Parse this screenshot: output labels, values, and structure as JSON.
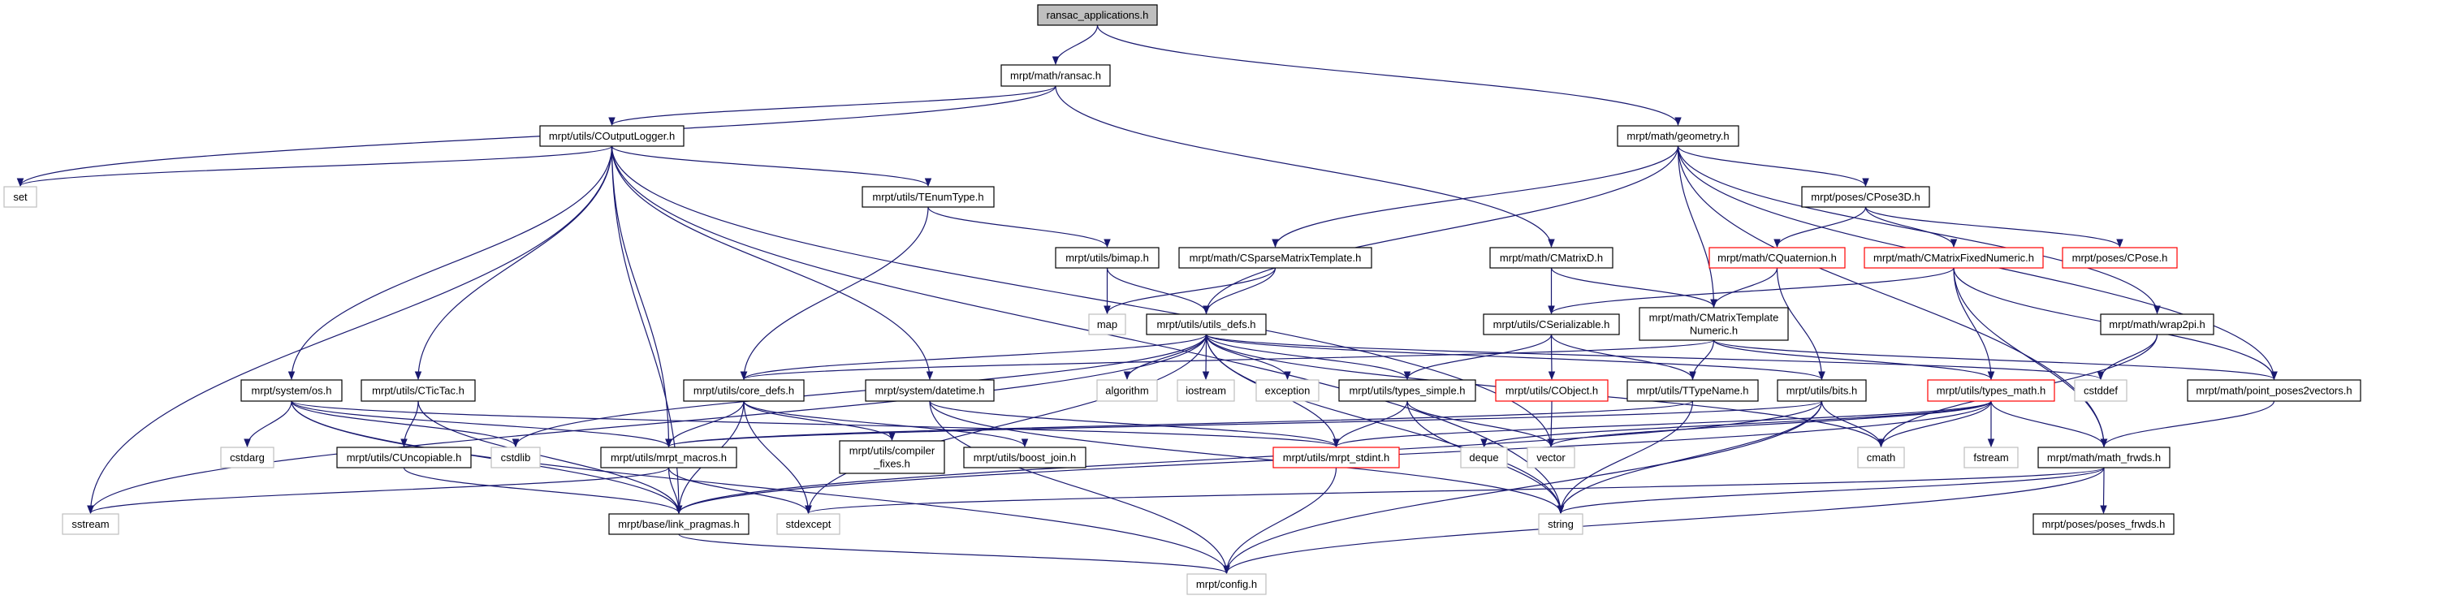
{
  "colors": {
    "edge": "#191970",
    "missing_border": "#ff0000",
    "external_border": "#bfbfbf",
    "root_fill": "#bfbfbf"
  },
  "nodes": [
    {
      "id": "root",
      "lines": [
        "ransac_applications.h"
      ],
      "kind": "root"
    },
    {
      "id": "ransac",
      "lines": [
        "mrpt/math/ransac.h"
      ],
      "kind": "normal"
    },
    {
      "id": "coutputlogger",
      "lines": [
        "mrpt/utils/COutputLogger.h"
      ],
      "kind": "normal"
    },
    {
      "id": "set",
      "lines": [
        "set"
      ],
      "kind": "ext"
    },
    {
      "id": "geometry",
      "lines": [
        "mrpt/math/geometry.h"
      ],
      "kind": "normal"
    },
    {
      "id": "tenumtype",
      "lines": [
        "mrpt/utils/TEnumType.h"
      ],
      "kind": "normal"
    },
    {
      "id": "cpose3d",
      "lines": [
        "mrpt/poses/CPose3D.h"
      ],
      "kind": "normal"
    },
    {
      "id": "bimap",
      "lines": [
        "mrpt/utils/bimap.h"
      ],
      "kind": "normal"
    },
    {
      "id": "csparse",
      "lines": [
        "mrpt/math/CSparseMatrixTemplate.h"
      ],
      "kind": "normal"
    },
    {
      "id": "cmatrixd",
      "lines": [
        "mrpt/math/CMatrixD.h"
      ],
      "kind": "normal"
    },
    {
      "id": "cquaternion",
      "lines": [
        "mrpt/math/CQuaternion.h"
      ],
      "kind": "missing"
    },
    {
      "id": "cmatrixfixed",
      "lines": [
        "mrpt/math/CMatrixFixedNumeric.h"
      ],
      "kind": "missing"
    },
    {
      "id": "cpose",
      "lines": [
        "mrpt/poses/CPose.h"
      ],
      "kind": "missing"
    },
    {
      "id": "map",
      "lines": [
        "map"
      ],
      "kind": "ext"
    },
    {
      "id": "utilsdefs",
      "lines": [
        "mrpt/utils/utils_defs.h"
      ],
      "kind": "normal"
    },
    {
      "id": "cserializable",
      "lines": [
        "mrpt/utils/CSerializable.h"
      ],
      "kind": "normal"
    },
    {
      "id": "cmtn",
      "lines": [
        "mrpt/math/CMatrixTemplate",
        "Numeric.h"
      ],
      "kind": "normal"
    },
    {
      "id": "wrap2pi",
      "lines": [
        "mrpt/math/wrap2pi.h"
      ],
      "kind": "normal"
    },
    {
      "id": "os",
      "lines": [
        "mrpt/system/os.h"
      ],
      "kind": "normal"
    },
    {
      "id": "ctictac",
      "lines": [
        "mrpt/utils/CTicTac.h"
      ],
      "kind": "normal"
    },
    {
      "id": "coredefs",
      "lines": [
        "mrpt/utils/core_defs.h"
      ],
      "kind": "normal"
    },
    {
      "id": "datetime",
      "lines": [
        "mrpt/system/datetime.h"
      ],
      "kind": "normal"
    },
    {
      "id": "algorithm",
      "lines": [
        "algorithm"
      ],
      "kind": "ext"
    },
    {
      "id": "iostream",
      "lines": [
        "iostream"
      ],
      "kind": "ext"
    },
    {
      "id": "exception",
      "lines": [
        "exception"
      ],
      "kind": "ext"
    },
    {
      "id": "typessimple",
      "lines": [
        "mrpt/utils/types_simple.h"
      ],
      "kind": "normal"
    },
    {
      "id": "cobject",
      "lines": [
        "mrpt/utils/CObject.h"
      ],
      "kind": "missing"
    },
    {
      "id": "ttypename",
      "lines": [
        "mrpt/utils/TTypeName.h"
      ],
      "kind": "normal"
    },
    {
      "id": "bits",
      "lines": [
        "mrpt/utils/bits.h"
      ],
      "kind": "normal"
    },
    {
      "id": "typesmath",
      "lines": [
        "mrpt/utils/types_math.h"
      ],
      "kind": "missing"
    },
    {
      "id": "cstddef",
      "lines": [
        "cstddef"
      ],
      "kind": "ext"
    },
    {
      "id": "pp2v",
      "lines": [
        "mrpt/math/point_poses2vectors.h"
      ],
      "kind": "normal"
    },
    {
      "id": "cstdarg",
      "lines": [
        "cstdarg"
      ],
      "kind": "ext"
    },
    {
      "id": "cuncopiable",
      "lines": [
        "mrpt/utils/CUncopiable.h"
      ],
      "kind": "normal"
    },
    {
      "id": "cstdlib",
      "lines": [
        "cstdlib"
      ],
      "kind": "ext"
    },
    {
      "id": "mrptmacros",
      "lines": [
        "mrpt/utils/mrpt_macros.h"
      ],
      "kind": "normal"
    },
    {
      "id": "compilerfixes",
      "lines": [
        "mrpt/utils/compiler",
        "_fixes.h"
      ],
      "kind": "normal"
    },
    {
      "id": "boostjoin",
      "lines": [
        "mrpt/utils/boost_join.h"
      ],
      "kind": "normal"
    },
    {
      "id": "mrptstdint",
      "lines": [
        "mrpt/utils/mrpt_stdint.h"
      ],
      "kind": "missing"
    },
    {
      "id": "deque",
      "lines": [
        "deque"
      ],
      "kind": "ext"
    },
    {
      "id": "vector",
      "lines": [
        "vector"
      ],
      "kind": "ext"
    },
    {
      "id": "cmath",
      "lines": [
        "cmath"
      ],
      "kind": "ext"
    },
    {
      "id": "fstream",
      "lines": [
        "fstream"
      ],
      "kind": "ext"
    },
    {
      "id": "mathfrwds",
      "lines": [
        "mrpt/math/math_frwds.h"
      ],
      "kind": "normal"
    },
    {
      "id": "sstream",
      "lines": [
        "sstream"
      ],
      "kind": "ext"
    },
    {
      "id": "linkpragmas",
      "lines": [
        "mrpt/base/link_pragmas.h"
      ],
      "kind": "normal"
    },
    {
      "id": "stdexcept",
      "lines": [
        "stdexcept"
      ],
      "kind": "ext"
    },
    {
      "id": "string",
      "lines": [
        "string"
      ],
      "kind": "ext"
    },
    {
      "id": "posesfrwds",
      "lines": [
        "mrpt/poses/poses_frwds.h"
      ],
      "kind": "normal"
    },
    {
      "id": "config",
      "lines": [
        "mrpt/config.h"
      ],
      "kind": "ext"
    }
  ],
  "edges": [
    [
      "root",
      "ransac"
    ],
    [
      "root",
      "geometry"
    ],
    [
      "ransac",
      "coutputlogger"
    ],
    [
      "ransac",
      "set"
    ],
    [
      "ransac",
      "cmatrixd"
    ],
    [
      "coutputlogger",
      "set"
    ],
    [
      "coutputlogger",
      "sstream"
    ],
    [
      "coutputlogger",
      "os"
    ],
    [
      "coutputlogger",
      "ctictac"
    ],
    [
      "coutputlogger",
      "mrptmacros"
    ],
    [
      "coutputlogger",
      "linkpragmas"
    ],
    [
      "coutputlogger",
      "tenumtype"
    ],
    [
      "coutputlogger",
      "datetime"
    ],
    [
      "coutputlogger",
      "string"
    ],
    [
      "coutputlogger",
      "vector"
    ],
    [
      "tenumtype",
      "bimap"
    ],
    [
      "tenumtype",
      "coredefs"
    ],
    [
      "bimap",
      "map"
    ],
    [
      "bimap",
      "utilsdefs"
    ],
    [
      "csparse",
      "map"
    ],
    [
      "csparse",
      "utilsdefs"
    ],
    [
      "geometry",
      "csparse"
    ],
    [
      "geometry",
      "utilsdefs"
    ],
    [
      "geometry",
      "cmtn"
    ],
    [
      "geometry",
      "cpose3d"
    ],
    [
      "geometry",
      "wrap2pi"
    ],
    [
      "geometry",
      "mathfrwds"
    ],
    [
      "geometry",
      "pp2v"
    ],
    [
      "cpose3d",
      "cquaternion"
    ],
    [
      "cpose3d",
      "cmatrixfixed"
    ],
    [
      "cpose3d",
      "cpose"
    ],
    [
      "cmatrixd",
      "cserializable"
    ],
    [
      "cmatrixd",
      "cmtn"
    ],
    [
      "cquaternion",
      "cmtn"
    ],
    [
      "cquaternion",
      "bits"
    ],
    [
      "cmatrixfixed",
      "cserializable"
    ],
    [
      "cmatrixfixed",
      "typesmath"
    ],
    [
      "cmatrixfixed",
      "pp2v"
    ],
    [
      "cmatrixfixed",
      "mathfrwds"
    ],
    [
      "utilsdefs",
      "algorithm"
    ],
    [
      "utilsdefs",
      "iostream"
    ],
    [
      "utilsdefs",
      "exception"
    ],
    [
      "utilsdefs",
      "typessimple"
    ],
    [
      "utilsdefs",
      "coredefs"
    ],
    [
      "utilsdefs",
      "sstream"
    ],
    [
      "utilsdefs",
      "cstdlib"
    ],
    [
      "utilsdefs",
      "cstddef"
    ],
    [
      "utilsdefs",
      "cmath"
    ],
    [
      "utilsdefs",
      "mrptstdint"
    ],
    [
      "utilsdefs",
      "stdexcept"
    ],
    [
      "utilsdefs",
      "bits"
    ],
    [
      "utilsdefs",
      "string"
    ],
    [
      "cserializable",
      "cobject"
    ],
    [
      "cserializable",
      "typessimple"
    ],
    [
      "cserializable",
      "ttypename"
    ],
    [
      "cmtn",
      "ttypename"
    ],
    [
      "cmtn",
      "typesmath"
    ],
    [
      "cmtn",
      "coredefs"
    ],
    [
      "cmtn",
      "pp2v"
    ],
    [
      "wrap2pi",
      "cstddef"
    ],
    [
      "wrap2pi",
      "cmath"
    ],
    [
      "os",
      "cstdarg"
    ],
    [
      "os",
      "cstdlib"
    ],
    [
      "os",
      "mrptmacros"
    ],
    [
      "os",
      "linkpragmas"
    ],
    [
      "os",
      "config"
    ],
    [
      "os",
      "mrptstdint"
    ],
    [
      "ctictac",
      "cuncopiable"
    ],
    [
      "ctictac",
      "linkpragmas"
    ],
    [
      "coredefs",
      "mrptmacros"
    ],
    [
      "coredefs",
      "linkpragmas"
    ],
    [
      "coredefs",
      "compilerfixes"
    ],
    [
      "coredefs",
      "boostjoin"
    ],
    [
      "coredefs",
      "stdexcept"
    ],
    [
      "datetime",
      "mrptstdint"
    ],
    [
      "datetime",
      "config"
    ],
    [
      "datetime",
      "string"
    ],
    [
      "typessimple",
      "mrptstdint"
    ],
    [
      "typessimple",
      "string"
    ],
    [
      "typessimple",
      "vector"
    ],
    [
      "ttypename",
      "string"
    ],
    [
      "ttypename",
      "mrptmacros"
    ],
    [
      "bits",
      "cmath"
    ],
    [
      "bits",
      "string"
    ],
    [
      "bits",
      "config"
    ],
    [
      "bits",
      "linkpragmas"
    ],
    [
      "bits",
      "mrptmacros"
    ],
    [
      "typesmath",
      "cmath"
    ],
    [
      "typesmath",
      "fstream"
    ],
    [
      "typesmath",
      "mathfrwds"
    ],
    [
      "typesmath",
      "vector"
    ],
    [
      "typesmath",
      "deque"
    ],
    [
      "typesmath",
      "mrptstdint"
    ],
    [
      "typesmath",
      "linkpragmas"
    ],
    [
      "pp2v",
      "mathfrwds"
    ],
    [
      "cobject",
      "vector"
    ],
    [
      "cuncopiable",
      "linkpragmas"
    ],
    [
      "mrptmacros",
      "sstream"
    ],
    [
      "mrptmacros",
      "linkpragmas"
    ],
    [
      "mrptmacros",
      "stdexcept"
    ],
    [
      "mrptstdint",
      "config"
    ],
    [
      "linkpragmas",
      "config"
    ],
    [
      "mathfrwds",
      "posesfrwds"
    ],
    [
      "mathfrwds",
      "string"
    ],
    [
      "mathfrwds",
      "config"
    ],
    [
      "mathfrwds",
      "stdexcept"
    ]
  ]
}
